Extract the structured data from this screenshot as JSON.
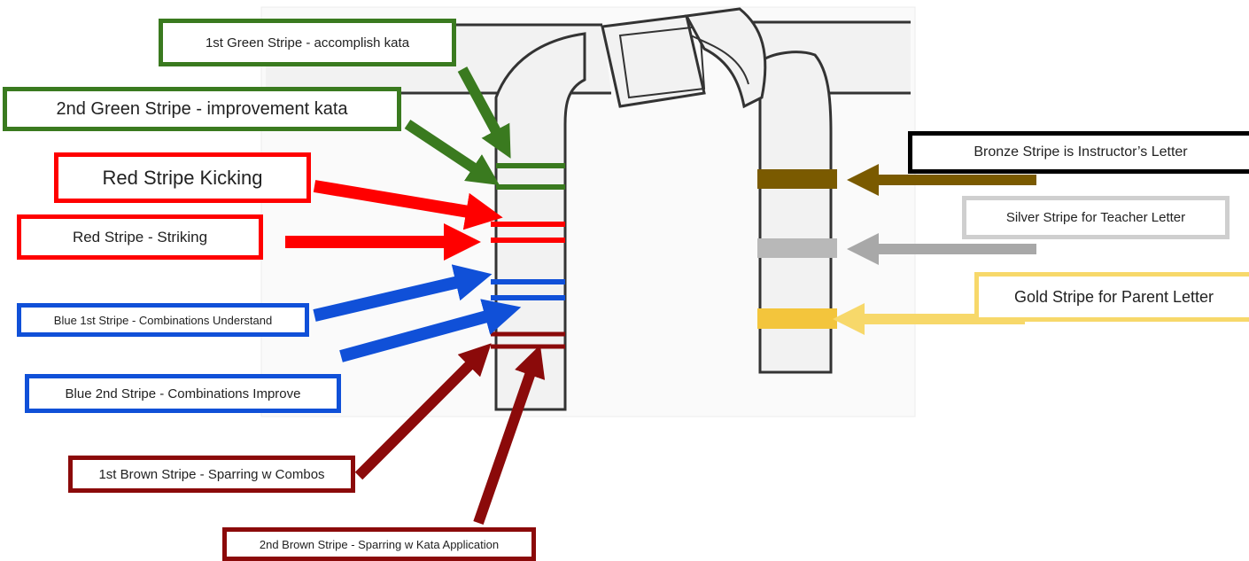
{
  "labels": {
    "green1": "1st Green Stripe - accomplish kata",
    "green2": "2nd Green Stripe - improvement kata",
    "red1": "Red Stripe Kicking",
    "red2": "Red Stripe  - Striking",
    "blue1": "Blue 1st Stripe - Combinations Understand",
    "blue2": "Blue 2nd Stripe - Combinations Improve",
    "brown1": "1st Brown Stripe  - Sparring w Combos",
    "brown2": "2nd Brown Stripe - Sparring w Kata Application",
    "bronze": "Bronze Stripe is Instructor’s Letter",
    "silver": "Silver Stripe for Teacher Letter",
    "gold": "Gold Stripe for Parent Letter"
  },
  "colors": {
    "green": "#3a7a1f",
    "red": "#ff0000",
    "blue": "#1050d8",
    "brown": "#8b0a0a",
    "bronze": "#7a5a00",
    "silver": "#b8b8b8",
    "gold": "#f3c53c",
    "gold_border": "#f7d86a",
    "belt": "#f2f2f2",
    "belt_outline": "#333333"
  }
}
